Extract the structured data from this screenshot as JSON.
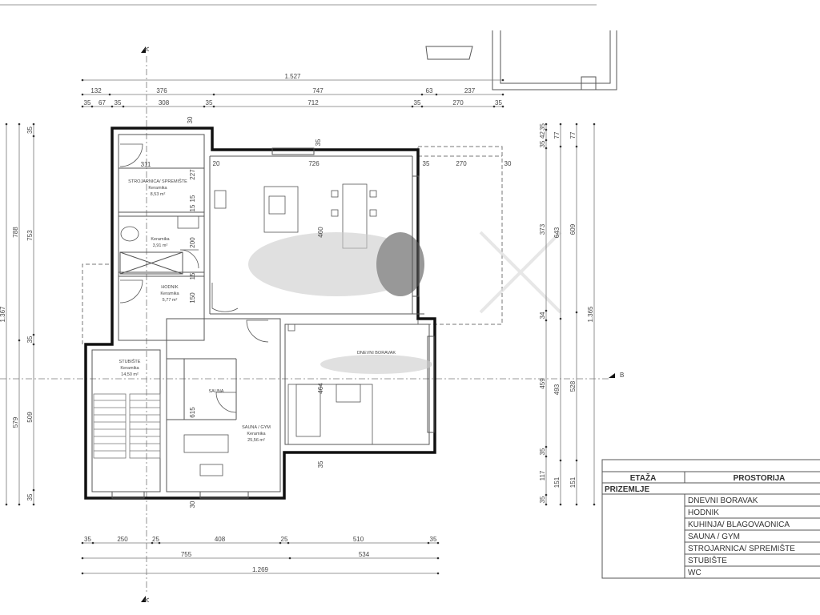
{
  "plan": {
    "section_markers": {
      "a_top": "A",
      "a_bottom": "A",
      "b_right": "B"
    },
    "dims_top": {
      "overall": "1.527",
      "row2": [
        "132",
        "376",
        "747",
        "63",
        "237"
      ],
      "row3": [
        "35",
        "67",
        "35",
        "308",
        "35",
        "712",
        "35",
        "270",
        "35"
      ]
    },
    "dims_bottom": {
      "row1": [
        "35",
        "250",
        "25",
        "408",
        "25",
        "510",
        "35"
      ],
      "row2": [
        "755",
        "534"
      ],
      "overall": "1.269"
    },
    "dims_left": {
      "overall": "1.367",
      "col2": [
        "788",
        "579"
      ],
      "col3": [
        "35",
        "753",
        "35",
        "509",
        "35"
      ]
    },
    "dims_right": {
      "col1": [
        "35",
        "42",
        "35",
        "373",
        "34",
        "459",
        "35",
        "117",
        "35"
      ],
      "col2": [
        "77",
        "643",
        "493",
        "151"
      ],
      "col3": [
        "77",
        "609",
        "528",
        "151"
      ],
      "overall": "1.365"
    },
    "dims_inner": [
      "30",
      "35",
      "311",
      "20",
      "726",
      "15",
      "35",
      "270",
      "30",
      "227",
      "15",
      "200",
      "15",
      "150",
      "460",
      "615",
      "464",
      "35",
      "30"
    ],
    "rooms": [
      {
        "name": "STROJARNICA/ SPREMIŠTE",
        "floor": "Keramika",
        "area": "8,53 m²"
      },
      {
        "name": "",
        "floor": "Keramika",
        "area": "3,91 m²"
      },
      {
        "name": "HODNIK",
        "floor": "Keramika",
        "area": "5,77 m²"
      },
      {
        "name": "STUBIŠTE",
        "floor": "Keramika",
        "area": "14,50 m²"
      },
      {
        "name": "SAUNA",
        "floor": "",
        "area": ""
      },
      {
        "name": "SAUNA / GYM",
        "floor": "Keramika",
        "area": "25,56 m²"
      },
      {
        "name": "DNEVNI BORAVAK",
        "floor": "",
        "area": ""
      }
    ]
  },
  "legend_table": {
    "col_etaza": "ETAŽA",
    "col_prostorija": "PROSTORIJA",
    "floor": "PRIZEMLJE",
    "rooms": [
      "DNEVNI BORAVAK",
      "HODNIK",
      "KUHINJA/ BLAGOVAONICA",
      "SAUNA / GYM",
      "STROJARNICA/ SPREMIŠTE",
      "STUBIŠTE",
      "WC"
    ]
  },
  "colors": {
    "wall": "#111111",
    "line": "#555555",
    "dim": "#777777"
  }
}
